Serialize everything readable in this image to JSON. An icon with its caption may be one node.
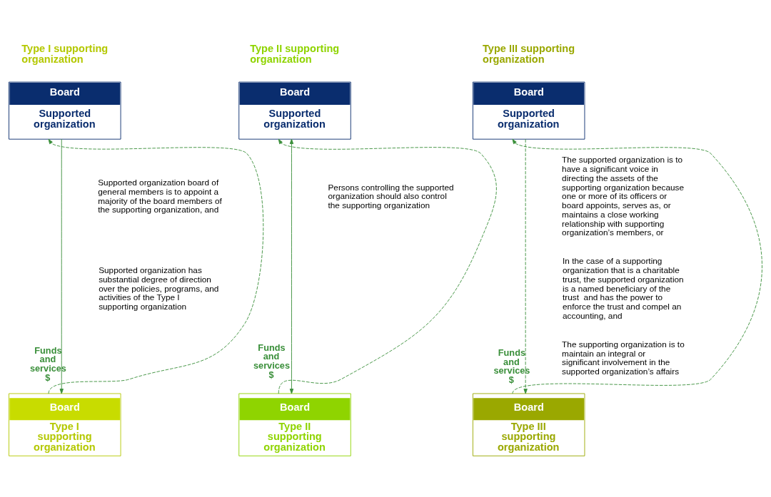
{
  "diagram": {
    "nodes": [
      {
        "text": [
          "Board",
          "Supported organization"
        ]
      },
      {
        "text": [
          "Board",
          "Type I supporting organization"
        ]
      },
      {
        "text": [
          "Board",
          "Supported organization"
        ]
      },
      {
        "text": [
          "Board",
          "Type II supporting organization"
        ]
      },
      {
        "text": [
          "Board",
          "Supported organization"
        ]
      },
      {
        "text": [
          "Board",
          "Type III supporting organization"
        ]
      }
    ],
    "edges": [
      {
        "from": 1,
        "to": 0,
        "arrow": "to",
        "style": "dashed",
        "label": "Funds and services $"
      },
      {
        "from": 0,
        "to": 1,
        "arrow": "to"
      },
      {
        "from": 3,
        "to": 2,
        "arrow": "to",
        "style": "dashed",
        "label": "Funds and services $"
      },
      {
        "from": 2,
        "to": 3,
        "arrow": "both"
      },
      {
        "from": 5,
        "to": 4,
        "arrow": "to",
        "style": "dashed",
        "label": "Funds and services $"
      },
      {
        "from": 4,
        "to": 5,
        "arrow": "to",
        "style": "dashed"
      }
    ],
    "labels": [
      "Type I supporting organization",
      "Type II supporting organization",
      "Type III supporting organization",
      "Supported organization board of  general members is to appoint a majority of the board members of the supporting organization, and",
      "Supported organization has substantial degree of direction over the policies, programs, and activities of the Type I supporting organization",
      "Persons controlling the supported organization should also control the supporting organization",
      "The supported organization is to have a significant voice in directing the assets of the supporting organization because one or more of its officers or board appoints, serves as, or maintains a close working relationship with supporting organization’s members, or",
      "In the case of a supporting organization that is a charitable trust, the supported organization is a named beneficiary of the trust  and has the power to enforce the trust and compel an accounting, and",
      "The supporting organization is to maintain an integral or significant involvement in the supported organization’s affairs"
    ]
  }
}
